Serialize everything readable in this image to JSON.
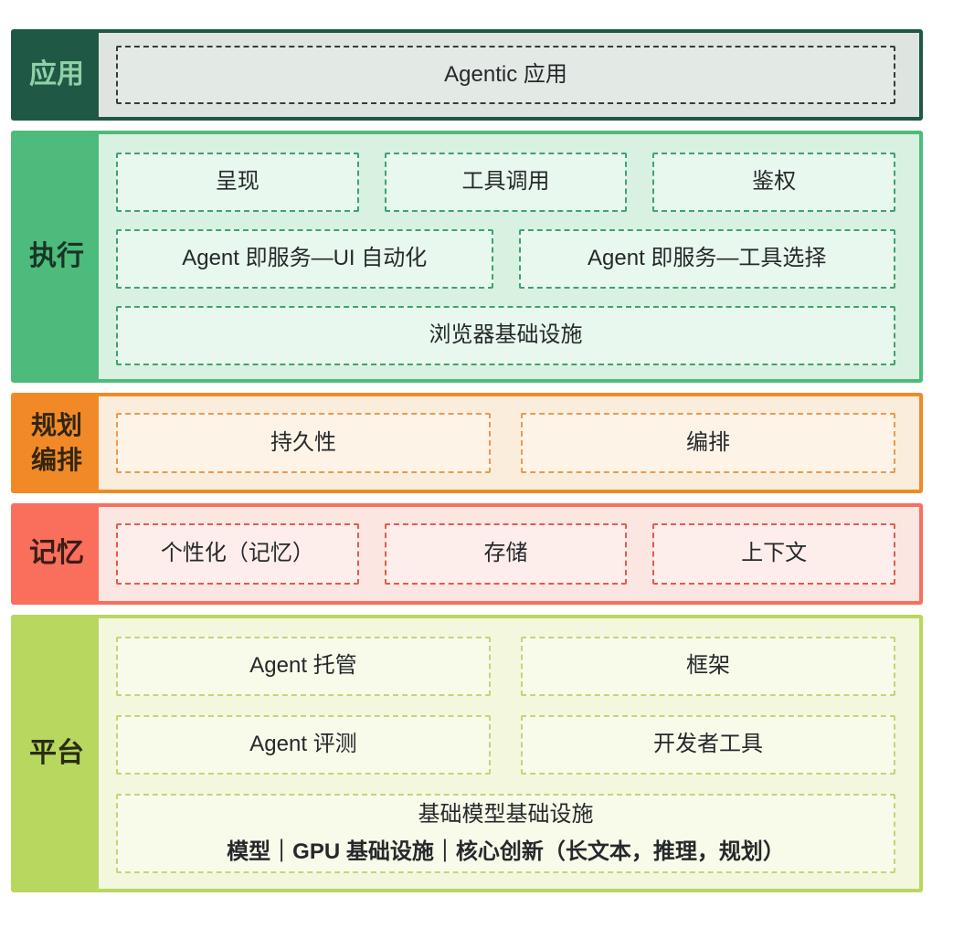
{
  "diagram": {
    "layers": [
      {
        "id": "application",
        "label": "应用",
        "accent_color": "#1f5845",
        "panel_color": "#dee5e1",
        "box_border_color": "#343d38",
        "rows": [
          {
            "boxes": [
              {
                "text": "Agentic 应用"
              }
            ]
          }
        ]
      },
      {
        "id": "execution",
        "label": "执行",
        "accent_color": "#4cbb7b",
        "panel_color": "#d8f1e1",
        "box_border_color": "#3ea36f",
        "rows": [
          {
            "boxes": [
              {
                "text": "呈现"
              },
              {
                "text": "工具调用"
              },
              {
                "text": "鉴权"
              }
            ]
          },
          {
            "boxes": [
              {
                "text": "Agent 即服务—UI 自动化"
              },
              {
                "text": "Agent 即服务—工具选择"
              }
            ]
          },
          {
            "boxes": [
              {
                "text": "浏览器基础设施"
              }
            ]
          }
        ]
      },
      {
        "id": "planning-orchestration",
        "label": "规划编排",
        "accent_color": "#f18a26",
        "panel_color": "#fbeddc",
        "box_border_color": "#ec9a4b",
        "rows": [
          {
            "boxes": [
              {
                "text": "持久性"
              },
              {
                "text": "编排"
              }
            ]
          }
        ]
      },
      {
        "id": "memory",
        "label": "记忆",
        "accent_color": "#fa6e5c",
        "panel_color": "#fce6e2",
        "box_border_color": "#e25b4c",
        "rows": [
          {
            "boxes": [
              {
                "text": "个性化（记忆）"
              },
              {
                "text": "存储"
              },
              {
                "text": "上下文"
              }
            ]
          }
        ]
      },
      {
        "id": "platform",
        "label": "平台",
        "accent_color": "#b8d75f",
        "panel_color": "#f3f7de",
        "box_border_color": "#c4d478",
        "rows": [
          {
            "boxes": [
              {
                "text": "Agent 托管"
              },
              {
                "text": "框架"
              }
            ]
          },
          {
            "boxes": [
              {
                "text": "Agent 评测"
              },
              {
                "text": "开发者工具"
              }
            ]
          },
          {
            "boxes": [
              {
                "text": "基础模型基础设施",
                "subtext": "模型｜GPU 基础设施｜核心创新（长文本，推理，规划）"
              }
            ]
          }
        ]
      }
    ]
  }
}
